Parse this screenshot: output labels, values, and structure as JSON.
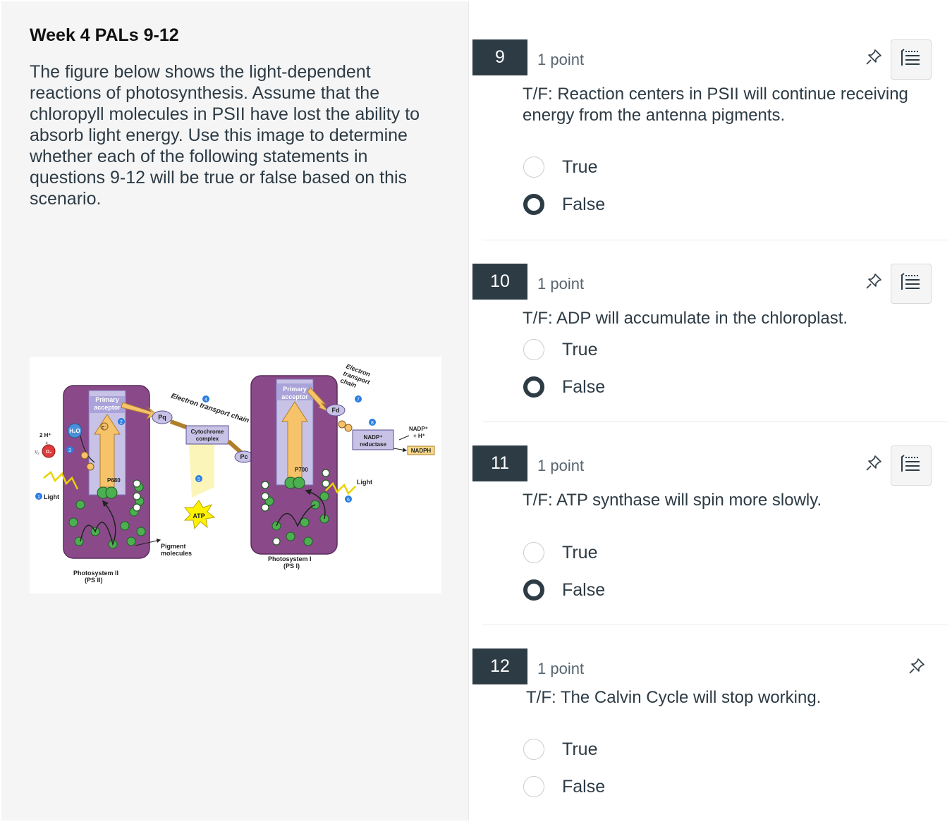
{
  "left": {
    "title": "Week 4 PALs 9-12",
    "prompt": "The figure below shows the light-dependent reactions of photosynthesis. Assume that the chloropyll molecules in PSII have lost the ability to absorb light energy. Use this image to determine whether each of the following statements in questions 9-12 will be true or false based on this scenario."
  },
  "figure": {
    "etc_top": "Electron transport chain",
    "etc_right": [
      "Electron",
      "transport",
      "chain"
    ],
    "primary_acceptor": [
      "Primary",
      "acceptor"
    ],
    "two_h": "2 H⁺",
    "plus": "+",
    "half": "¹/₂",
    "o2": "O₂",
    "h2o": "H₂O",
    "light": "Light",
    "p680": "P680",
    "p700": "P700",
    "pq": "Pq",
    "pc": "Pc",
    "fd": "Fd",
    "cytochrome": [
      "Cytochrome",
      "complex"
    ],
    "atp": "ATP",
    "pigment": [
      "Pigment",
      "molecules"
    ],
    "psii": [
      "Photosystem II",
      "(PS II)"
    ],
    "psi": [
      "Photosystem I",
      "(PS I)"
    ],
    "nadp_reductase": [
      "NADP⁺",
      "reductase"
    ],
    "nadp_plus": [
      "NADP⁺",
      "+ H⁺"
    ],
    "nadph": "NADPH",
    "electron": "e⁻",
    "steps": [
      "1",
      "2",
      "3",
      "4",
      "5",
      "6",
      "7",
      "8"
    ]
  },
  "questions": [
    {
      "number": "9",
      "points": "1 point",
      "text": "T/F: Reaction centers in PSII will continue receiving energy from the antenna pigments.",
      "options": [
        "True",
        "False"
      ],
      "selected": 1
    },
    {
      "number": "10",
      "points": "1 point",
      "text": "T/F: ADP will accumulate in the chloroplast.",
      "options": [
        "True",
        "False"
      ],
      "selected": 1
    },
    {
      "number": "11",
      "points": "1 point",
      "text": "T/F: ATP synthase will spin more slowly.",
      "options": [
        "True",
        "False"
      ],
      "selected": 1
    },
    {
      "number": "12",
      "points": "1 point",
      "text": "T/F: The Calvin Cycle will stop working.",
      "options": [
        "True",
        "False"
      ],
      "selected": -1
    }
  ],
  "colors": {
    "accent": "#2d3b45",
    "membrane": "#8a4a8a",
    "chlorophyll": "#4caf50"
  }
}
